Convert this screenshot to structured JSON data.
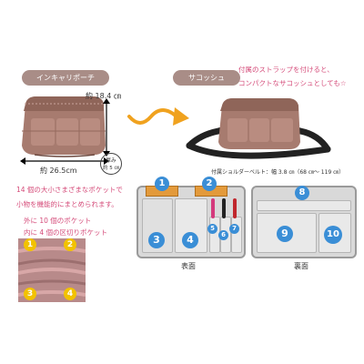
{
  "labels": {
    "inner_pouch": "インキャリポーチ",
    "sacoche": "サコッシュ",
    "sacoche_desc_1": "付属のストラップを付けると、",
    "sacoche_desc_2": "コンパクトなサコッシュとしても☆",
    "height": "約 18.4 ㎝",
    "width": "約 26.5cm",
    "depth_1": "厚み",
    "depth_2": "約 5 ㎝",
    "strap": "付属ショルダーベルト：幅 3.8 ㎝（68 ㎝～ 119 ㎝）",
    "pockets_1": "14 個の大小さまざまなポケットで",
    "pockets_2": "小物を機能的にまとめられます。",
    "outer": "外に 10 個のポケット",
    "inner": "内に 4 個の区切りポケット",
    "front": "表面",
    "back": "裏面"
  },
  "front_numbers": [
    "1",
    "2",
    "3",
    "4",
    "5",
    "6",
    "7"
  ],
  "back_numbers": [
    "8",
    "9",
    "10"
  ],
  "inner_numbers": [
    "1",
    "2",
    "3",
    "4"
  ],
  "colors": {
    "accent_pink": "#d54c7a",
    "number_blue": "#3a8ed6",
    "number_yellow": "#f2c200",
    "pill_bg": "#a98d87",
    "arrow_orange": "#f0a21f"
  }
}
